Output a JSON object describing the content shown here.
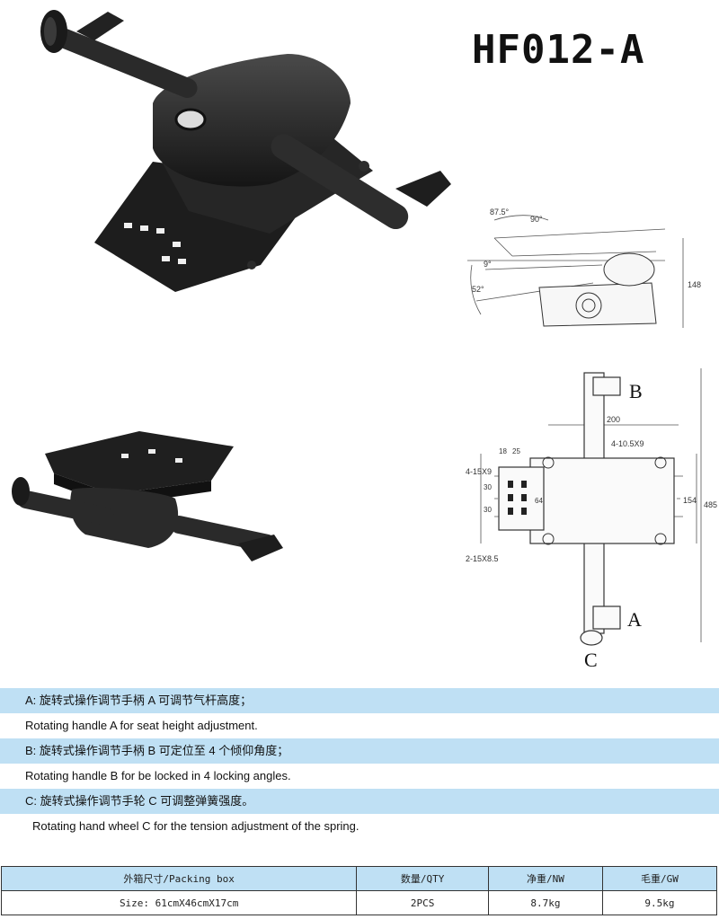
{
  "product": {
    "model": "HF012-A"
  },
  "drawing1": {
    "dims": [
      "87.5°",
      "90°",
      "9°",
      "52°",
      "148"
    ]
  },
  "drawing2": {
    "dims": [
      "200",
      "4-10.5X9",
      "18",
      "25",
      "4-15X9",
      "30",
      "30",
      "64",
      "154",
      "485",
      "2-15X8.5"
    ],
    "labels": {
      "a": "A",
      "b": "B",
      "c": "C"
    }
  },
  "features": [
    {
      "zh": "A: 旋转式操作调节手柄 A 可调节气杆高度；",
      "en": "Rotating handle A for seat height adjustment."
    },
    {
      "zh": "B: 旋转式操作调节手柄 B 可定位至 4 个倾仰角度；",
      "en": " Rotating handle B for be locked in 4 locking angles."
    },
    {
      "zh": "C:  旋转式操作调节手轮 C 可调整弹簧强度。",
      "en": "Rotating hand wheel C for the tension adjustment of the spring."
    }
  ],
  "packing": {
    "headers": [
      "外箱尺寸/Packing box",
      "数量/QTY",
      "净重/NW",
      "毛重/GW"
    ],
    "row": [
      "Size: 61cmX46cmX17cm",
      "2PCS",
      "8.7kg",
      "9.5kg"
    ]
  }
}
